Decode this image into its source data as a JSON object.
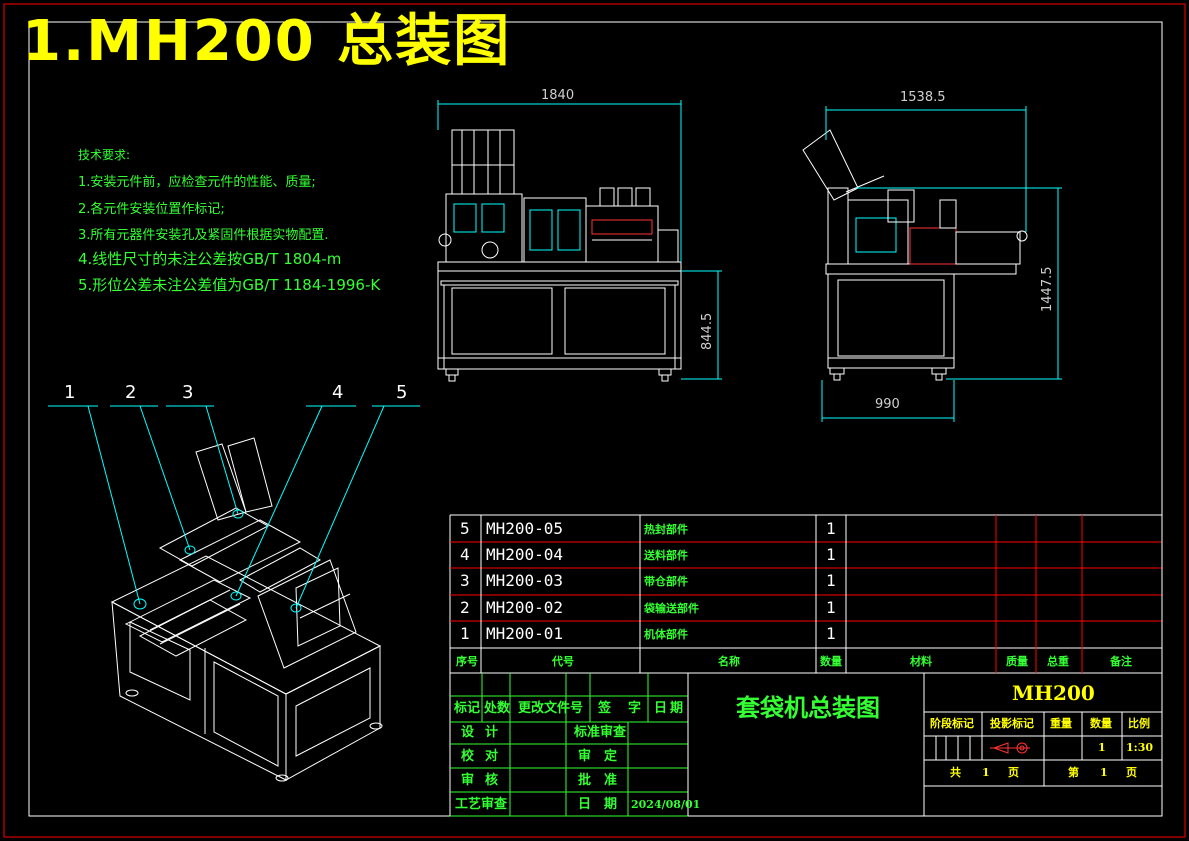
{
  "title": "1.MH200 总装图",
  "tech_requirements": {
    "heading": "技术要求:",
    "items": [
      "1.安装元件前，应检查元件的性能、质量;",
      "2.各元件安装位置作标记;",
      "3.所有元器件安装孔及紧固件根据实物配置.",
      "4.线性尺寸的未注公差按GB/T 1804-m",
      "5.形位公差未注公差值为GB/T 1184-1996-K"
    ]
  },
  "dimensions": {
    "front_width": "1840",
    "front_table_height": "844.5",
    "side_width": "1538.5",
    "side_height": "1447.5",
    "side_base": "990"
  },
  "balloons": [
    "1",
    "2",
    "3",
    "4",
    "5"
  ],
  "parts_list": {
    "rows": [
      {
        "no": "5",
        "code": "MH200-05",
        "name": "热封部件",
        "qty": "1"
      },
      {
        "no": "4",
        "code": "MH200-04",
        "name": "送料部件",
        "qty": "1"
      },
      {
        "no": "3",
        "code": "MH200-03",
        "name": "带仓部件",
        "qty": "1"
      },
      {
        "no": "2",
        "code": "MH200-02",
        "name": "袋输送部件",
        "qty": "1"
      },
      {
        "no": "1",
        "code": "MH200-01",
        "name": "机体部件",
        "qty": "1"
      }
    ],
    "headers": {
      "no": "序号",
      "code": "代号",
      "name": "名称",
      "qty": "数量",
      "material": "材料",
      "weight": "质量",
      "total": "总重",
      "note": "备注"
    }
  },
  "title_block": {
    "drawing_name": "套袋机总装图",
    "model": "MH200",
    "rev_headers": [
      "标记",
      "处数",
      "更改文件号",
      "签",
      "字",
      "日",
      "期"
    ],
    "sign_labels": [
      "设",
      "计",
      "校",
      "对",
      "审",
      "核",
      "工艺审查"
    ],
    "approval_labels": [
      "标准审查",
      "审",
      "定",
      "批",
      "准",
      "日",
      "期"
    ],
    "date": "2024/08/01",
    "stage_header": [
      "阶段标记",
      "投影标记",
      "重量",
      "数量",
      "比例"
    ],
    "quantity": "1",
    "scale": "1:30",
    "sheet_total_labels": [
      "共",
      "1",
      "页"
    ],
    "sheet_no_labels": [
      "第",
      "1",
      "页"
    ]
  },
  "colors": {
    "background": "#000000",
    "border": "#ff0000",
    "title": "#ffff00",
    "annotation": "#33ff33",
    "leader": "#00ffff",
    "outline": "#ffffff",
    "dimension": "#cfcfcf"
  }
}
